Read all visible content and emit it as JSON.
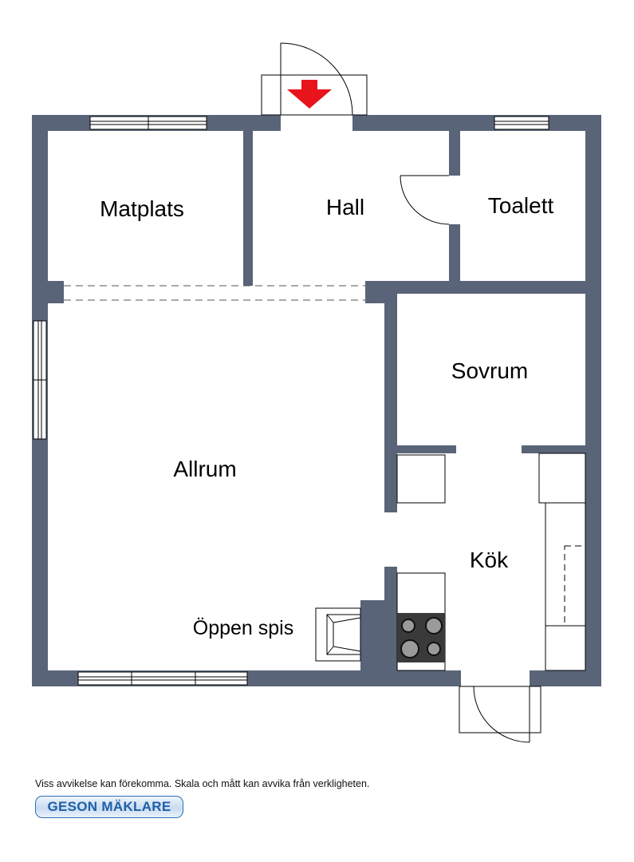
{
  "rooms": {
    "matplats": "Matplats",
    "hall": "Hall",
    "toalett": "Toalett",
    "sovrum": "Sovrum",
    "allrum": "Allrum",
    "kok": "Kök",
    "oppen_spis": "Öppen spis"
  },
  "footer": {
    "disclaimer": "Viss avvikelse kan förekomma. Skala och mått kan avvika från verkligheten.",
    "brand": "GESON MÄKLARE"
  },
  "colors": {
    "wall": "#5a6478",
    "entrance_arrow": "#e8141c",
    "brand": "#1f5fa8"
  },
  "icons": {
    "entrance": "down-arrow-icon",
    "stove": "stove-icon",
    "door": "door-swing-icon",
    "window": "window-icon"
  }
}
